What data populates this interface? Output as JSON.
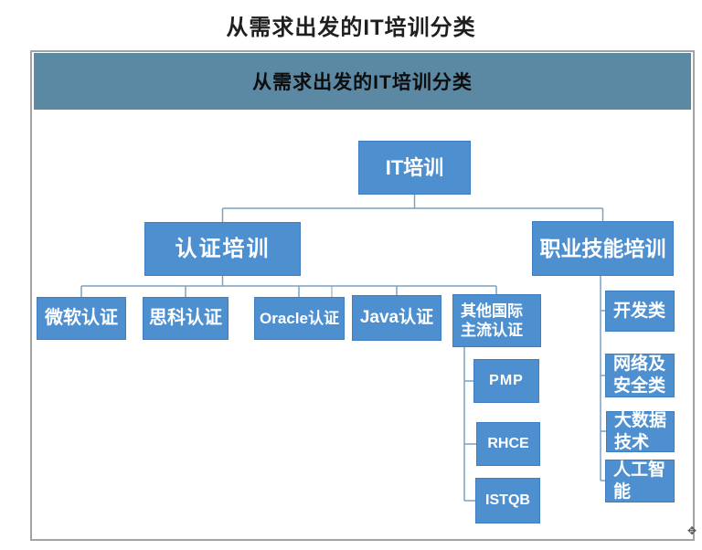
{
  "page_title": "从需求出发的IT培训分类",
  "diagram": {
    "header": "从需求出发的IT培训分类",
    "nodes": {
      "root": {
        "label": "IT培训"
      },
      "cert": {
        "label": "认证培训"
      },
      "skill": {
        "label": "职业技能培训"
      },
      "ms": {
        "label": "微软认证"
      },
      "cisco": {
        "label": "思科认证"
      },
      "oracle": {
        "label": "Oracle认证"
      },
      "java": {
        "label": "Java认证"
      },
      "other": {
        "label": "其他国际\n主流认证"
      },
      "pmp": {
        "label": "PMP"
      },
      "rhce": {
        "label": "RHCE"
      },
      "istqb": {
        "label": "ISTQB"
      },
      "dev": {
        "label": "开发类"
      },
      "net": {
        "label": "网络及\n安全类"
      },
      "bigdata": {
        "label": "大数据\n技术"
      },
      "ai": {
        "label": "人工智\n能"
      }
    },
    "hierarchy": {
      "IT培训": {
        "认证培训": {
          "微软认证": [],
          "思科认证": [],
          "Oracle认证": [],
          "Java认证": [],
          "其他国际主流认证": [
            "PMP",
            "RHCE",
            "ISTQB"
          ]
        },
        "职业技能培训": [
          "开发类",
          "网络及安全类",
          "大数据技术",
          "人工智能"
        ]
      }
    },
    "colors": {
      "node_fill": "#4E8FD0",
      "node_border": "#3F7FC1",
      "header_bg": "#5B88A2",
      "connector_line": "#7AA2C4",
      "frame_border": "#A3A3A3",
      "title_text": "#1F1F1F",
      "node_text": "#FFFFFF"
    },
    "cursor_glyph": "✥"
  }
}
